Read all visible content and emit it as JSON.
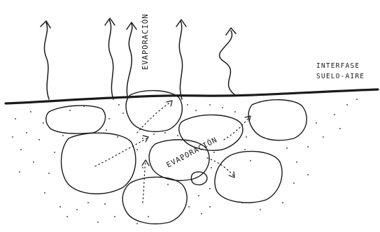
{
  "diagram": {
    "labels": {
      "evaporation_above": "EVAPORACIÓN",
      "interface_line1": "INTERFASE",
      "interface_line2": "SUELO-AIRE",
      "evaporation_below": "EVAPORACIÓN"
    }
  },
  "colors": {
    "ink": "#1a1a1a",
    "paper": "#ffffff"
  }
}
